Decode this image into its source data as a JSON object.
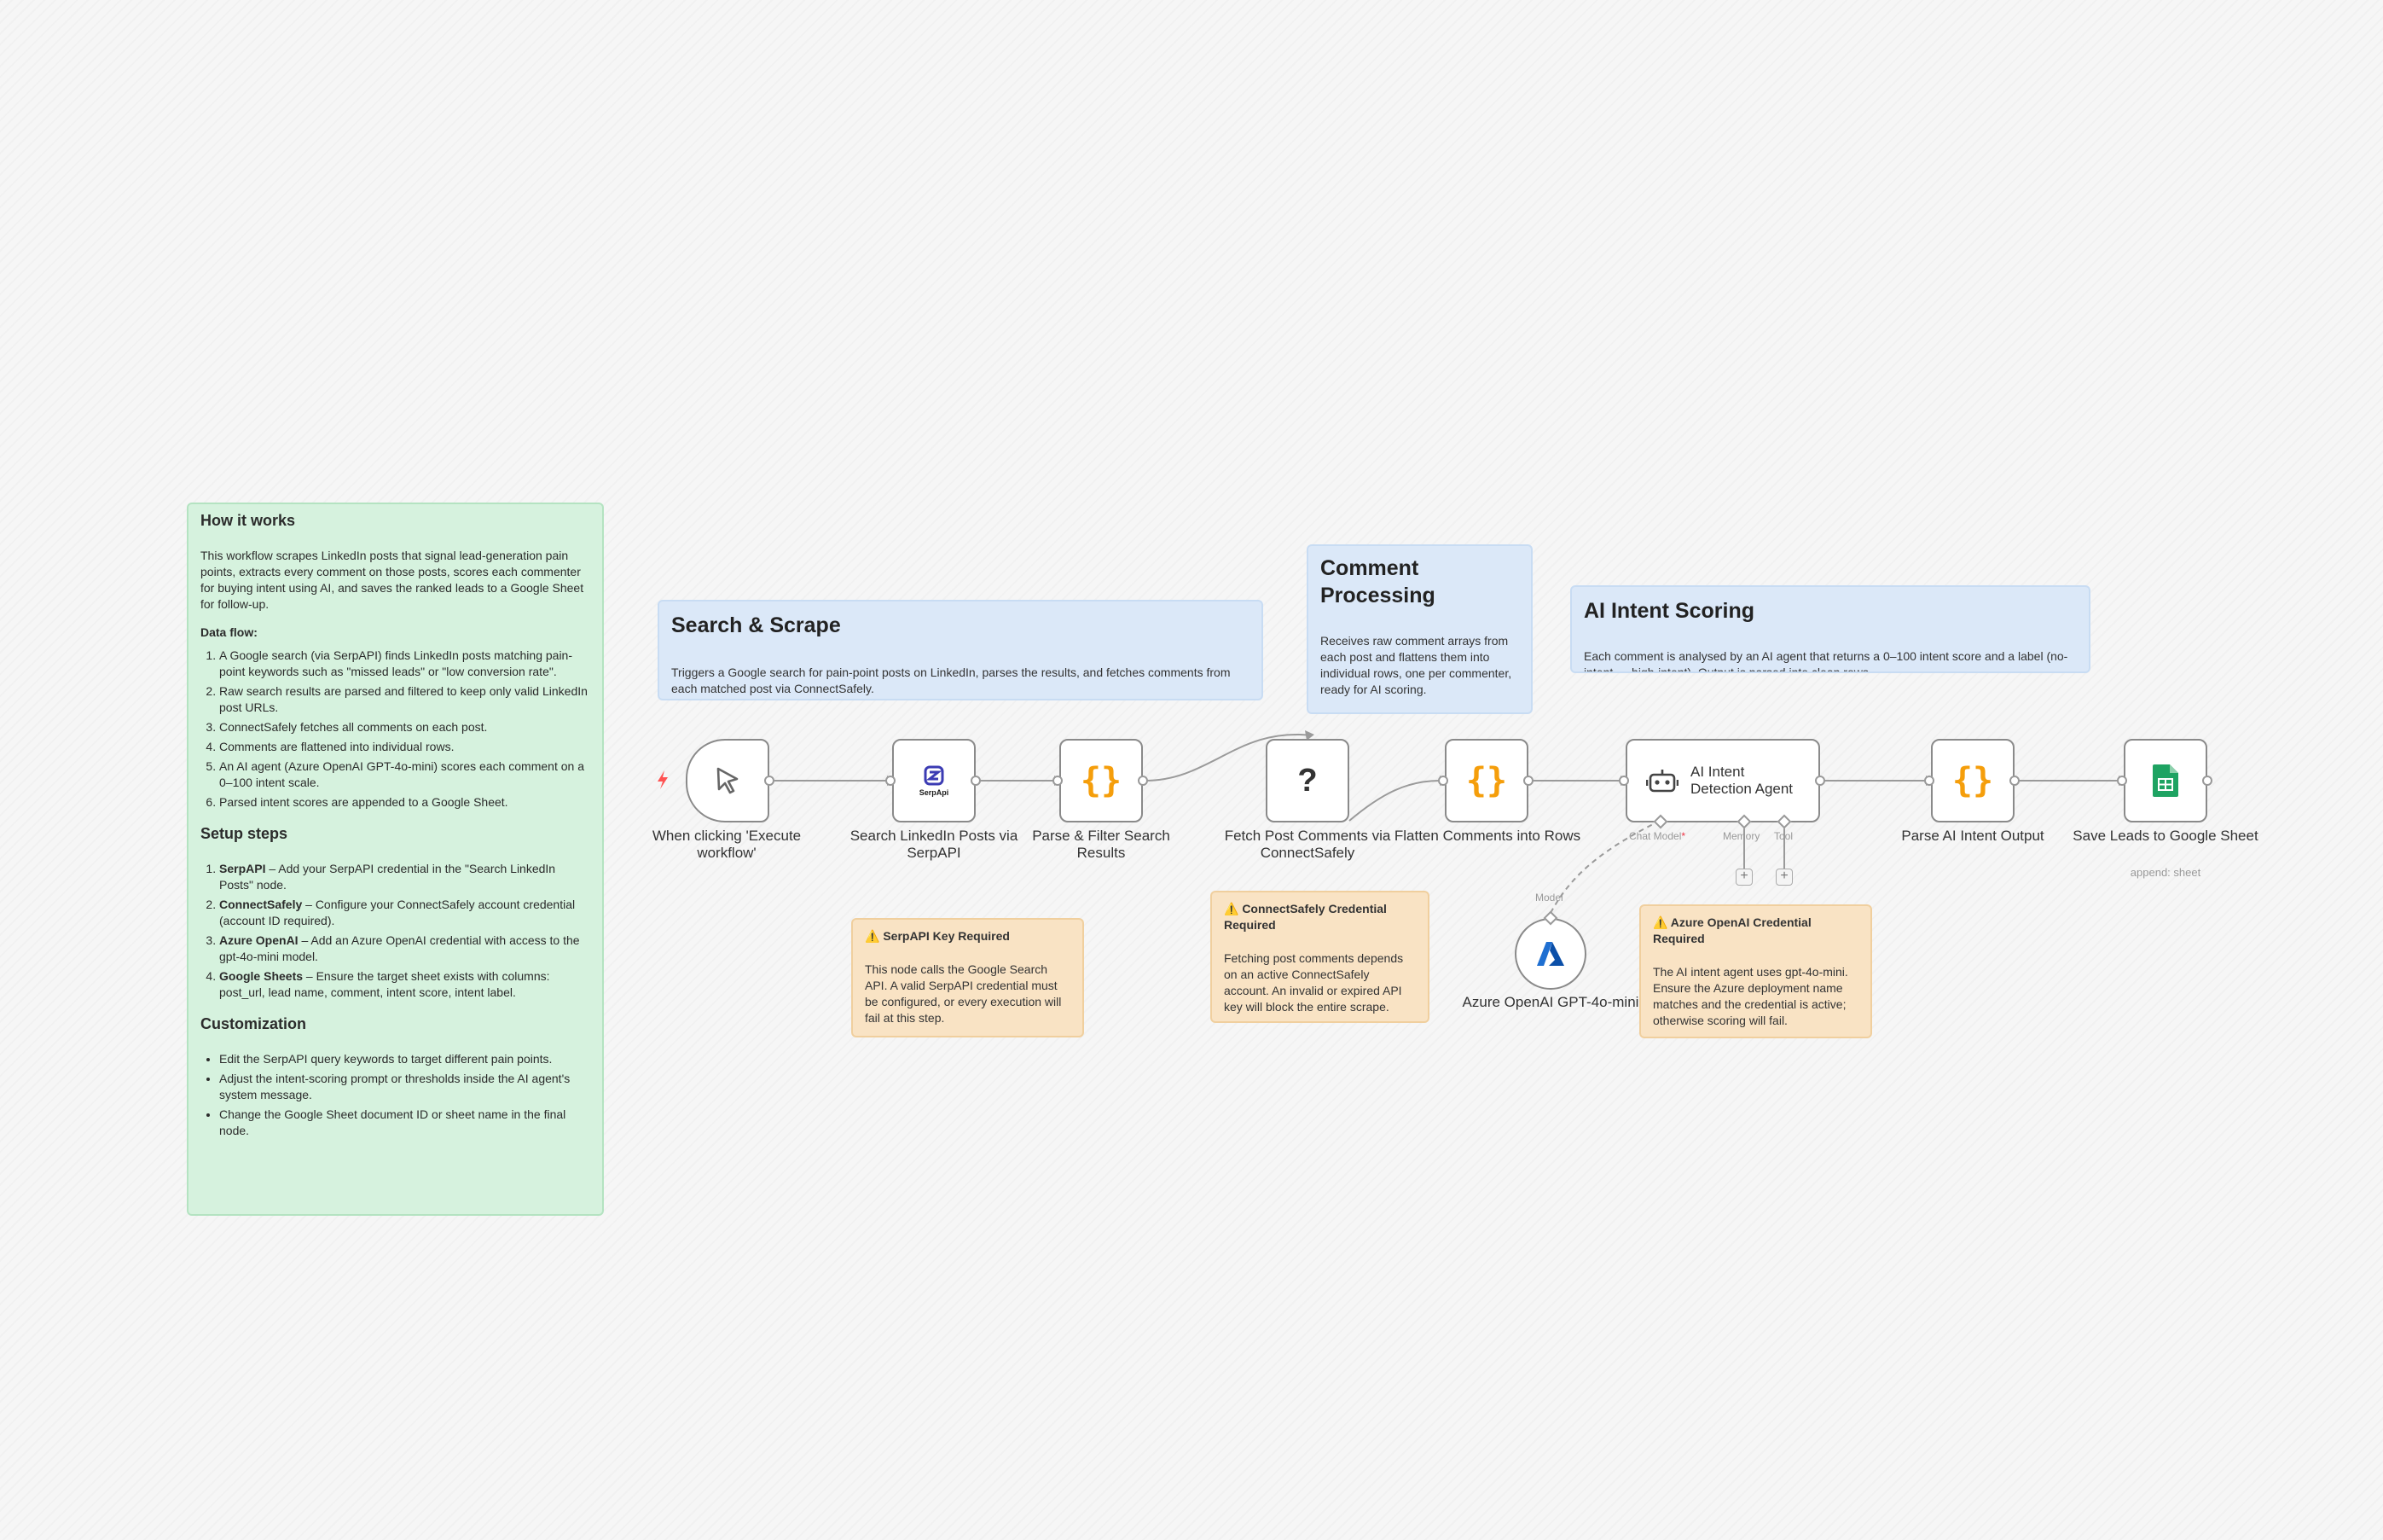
{
  "how_it_works": {
    "title": "How it works",
    "intro": "This workflow scrapes LinkedIn posts that signal lead-generation pain points, extracts every comment on those posts, scores each commenter for buying intent using AI, and saves the ranked leads to a Google Sheet for follow-up.",
    "data_flow_title": "Data flow:",
    "data_flow": [
      "A Google search (via SerpAPI) finds LinkedIn posts matching pain-point keywords such as \"missed leads\" or \"low conversion rate\".",
      "Raw search results are parsed and filtered to keep only valid LinkedIn post URLs.",
      "ConnectSafely fetches all comments on each post.",
      "Comments are flattened into individual rows.",
      "An AI agent (Azure OpenAI GPT-4o-mini) scores each comment on a 0–100 intent scale.",
      "Parsed intent scores are appended to a Google Sheet."
    ],
    "setup_title": "Setup steps",
    "setup": [
      {
        "name": "SerpAPI",
        "text": " – Add your SerpAPI credential in the \"Search LinkedIn Posts\" node."
      },
      {
        "name": "ConnectSafely",
        "text": " – Configure your ConnectSafely account credential (account ID required)."
      },
      {
        "name": "Azure OpenAI",
        "text": " – Add an Azure OpenAI credential with access to the gpt-4o-mini model."
      },
      {
        "name": "Google Sheets",
        "text": " – Ensure the target sheet exists with columns: post_url, lead name, comment, intent score, intent label."
      }
    ],
    "custom_title": "Customization",
    "custom": [
      "Edit the SerpAPI query keywords to target different pain points.",
      "Adjust the intent-scoring prompt or thresholds inside the AI agent's system message.",
      "Change the Google Sheet document ID or sheet name in the final node."
    ]
  },
  "sections": {
    "search_scrape": {
      "title": "Search & Scrape",
      "desc": "Triggers a Google search for pain-point posts on LinkedIn, parses the results, and fetches comments from each matched post via ConnectSafely."
    },
    "comment_processing": {
      "title": "Comment Processing",
      "desc": "Receives raw comment arrays from each post and flattens them into individual rows, one per commenter, ready for AI scoring."
    },
    "ai_scoring": {
      "title": "AI Intent Scoring",
      "desc": "Each comment is analysed by an AI agent that returns a 0–100 intent score and a label (no-intent → high-intent). Output is parsed into clean rows."
    }
  },
  "warnings": {
    "serpapi": {
      "title": "⚠️ SerpAPI Key Required",
      "text": "This node calls the Google Search API. A valid SerpAPI credential must be configured, or every execution will fail at this step."
    },
    "connectsafely": {
      "title": "⚠️ ConnectSafely Credential Required",
      "text": "Fetching post comments depends on an active ConnectSafely account. An invalid or expired API key will block the entire scrape."
    },
    "azure": {
      "title": "⚠️ Azure OpenAI Credential Required",
      "text": "The AI intent agent uses gpt-4o-mini. Ensure the Azure deployment name matches and the credential is active; otherwise scoring will fail."
    }
  },
  "nodes": {
    "trigger": {
      "label": "When clicking 'Execute workflow'"
    },
    "serp": {
      "label": "Search LinkedIn Posts via SerpAPI",
      "icon_text": "SerpApi"
    },
    "parse_filter": {
      "label": "Parse & Filter Search Results"
    },
    "fetch": {
      "label": "Fetch Post Comments via ConnectSafely"
    },
    "flatten": {
      "label": "Flatten Comments into Rows"
    },
    "agent": {
      "label": "AI Intent Detection Agent",
      "port_chat": "Chat Model",
      "port_memory": "Memory",
      "port_tool": "Tool"
    },
    "parse_ai": {
      "label": "Parse AI Intent Output"
    },
    "sheets": {
      "label": "Save Leads to Google Sheet",
      "sub": "append: sheet"
    },
    "azure": {
      "label": "Azure OpenAI GPT-4o-mini",
      "port_model": "Model"
    }
  },
  "colors": {
    "code_orange": "#f59e0b",
    "sheets_green": "#1ea362",
    "serp_blue": "#3b3bb3",
    "azure_blue": "#1f6fd1",
    "trigger_red": "#ff5252"
  },
  "icons": {
    "trigger": "cursor-icon",
    "code": "braces-icon",
    "unknown": "question-icon",
    "agent": "robot-icon",
    "sheets": "google-sheets-icon",
    "azure": "azure-icon"
  }
}
